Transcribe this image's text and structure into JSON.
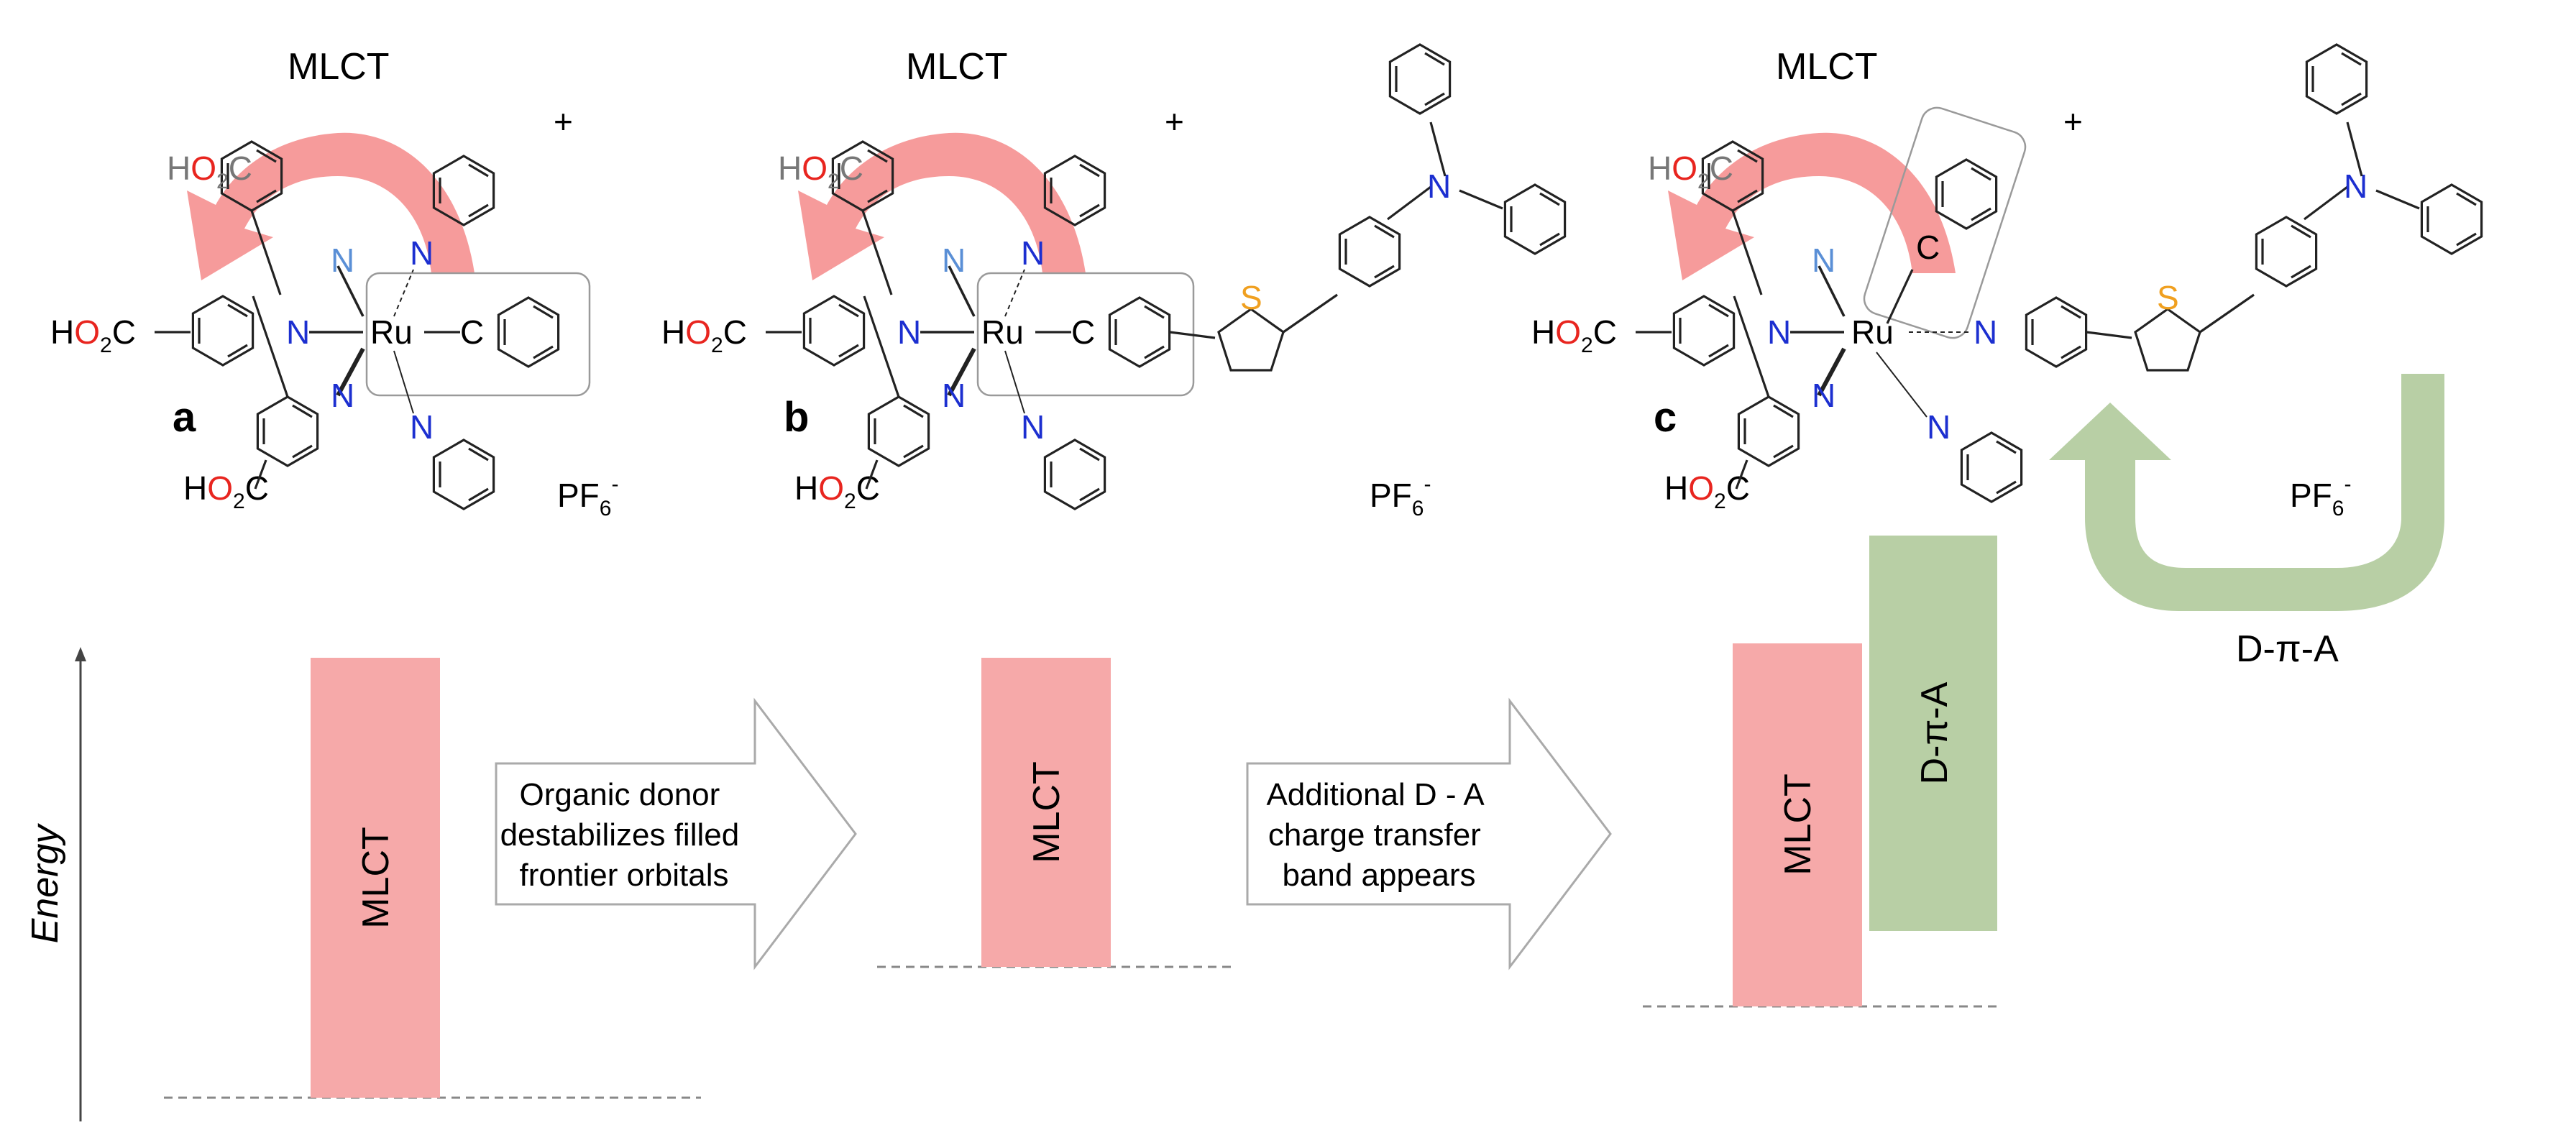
{
  "colors": {
    "mlct_fill": "#f6a9a9",
    "mlct_arrow": "#f4898a",
    "dpa_fill": "#b8cfa5",
    "oxygen": "#e8251f",
    "nitrogen": "#1c2fd0",
    "nitrogen_light": "#5a8fd6",
    "sulfur": "#f0a020",
    "bond": "#222222",
    "cyclometal_box": "#9a9a9a",
    "baseline": "#888888"
  },
  "molecules": [
    {
      "label": "a",
      "mlct_label": "MLCT",
      "metal": "Ru",
      "carbon": "C",
      "n": "N",
      "charge": "+",
      "counterion": "PF",
      "counterion_sub": "6",
      "counterion_sup": "-",
      "acid_groups": [
        {
          "h": "H",
          "o": "O",
          "sub": "2",
          "c": "C"
        },
        {
          "h": "H",
          "o": "O",
          "sub": "2",
          "c": "C"
        },
        {
          "h": "H",
          "o": "O",
          "sub": "2",
          "c": "C"
        }
      ]
    },
    {
      "label": "b",
      "mlct_label": "MLCT",
      "metal": "Ru",
      "carbon": "C",
      "n": "N",
      "s": "S",
      "charge": "+",
      "counterion": "PF",
      "counterion_sub": "6",
      "counterion_sup": "-",
      "acid_groups": [
        {
          "h": "H",
          "o": "O",
          "sub": "2",
          "c": "C"
        },
        {
          "h": "H",
          "o": "O",
          "sub": "2",
          "c": "C"
        },
        {
          "h": "H",
          "o": "O",
          "sub": "2",
          "c": "C"
        }
      ]
    },
    {
      "label": "c",
      "mlct_label": "MLCT",
      "metal": "Ru",
      "carbon": "C",
      "n": "N",
      "s": "S",
      "charge": "+",
      "counterion": "PF",
      "counterion_sub": "6",
      "counterion_sup": "-",
      "dpa_arrow_label": "D-π-A",
      "acid_groups": [
        {
          "h": "H",
          "o": "O",
          "sub": "2",
          "c": "C"
        },
        {
          "h": "H",
          "o": "O",
          "sub": "2",
          "c": "C"
        },
        {
          "h": "H",
          "o": "O",
          "sub": "2",
          "c": "C"
        }
      ]
    }
  ],
  "energy_diagram": {
    "axis_label": "Energy",
    "bars": [
      {
        "label": "MLCT",
        "kind": "mlct"
      },
      {
        "label": "MLCT",
        "kind": "mlct"
      },
      {
        "label": "MLCT",
        "kind": "mlct"
      },
      {
        "label": "D-π-A",
        "kind": "dpa"
      }
    ],
    "steps": [
      {
        "lines": [
          "Organic donor",
          "destabilizes filled",
          "frontier orbitals"
        ]
      },
      {
        "lines": [
          "Additional D - A",
          "charge transfer",
          "band appears"
        ]
      }
    ]
  }
}
